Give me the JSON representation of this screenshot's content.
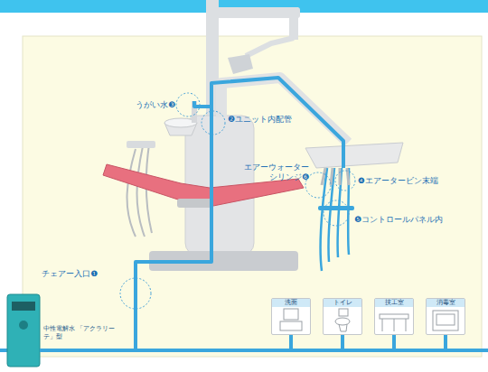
{
  "diagram": {
    "nodes": [
      {
        "text": [
          "中性電解水 「アクラリーテ」型"
        ]
      },
      {
        "text": [
          "洗面"
        ]
      },
      {
        "text": [
          "トイレ"
        ]
      },
      {
        "text": [
          "技工室"
        ]
      },
      {
        "text": [
          "消毒室"
        ]
      }
    ],
    "edges": [
      {
        "from": 0,
        "to": 1,
        "arrow": "none"
      },
      {
        "from": 0,
        "to": 2,
        "arrow": "none"
      },
      {
        "from": 0,
        "to": 3,
        "arrow": "none"
      },
      {
        "from": 0,
        "to": 4,
        "arrow": "none"
      }
    ],
    "labels": [
      "うがい水❸",
      "❷ユニット内配管",
      "エアーウォーター シリンジ❻",
      "❹エアータービン末端",
      "❺コントロールパネル内",
      "チェアー入口❶"
    ]
  }
}
